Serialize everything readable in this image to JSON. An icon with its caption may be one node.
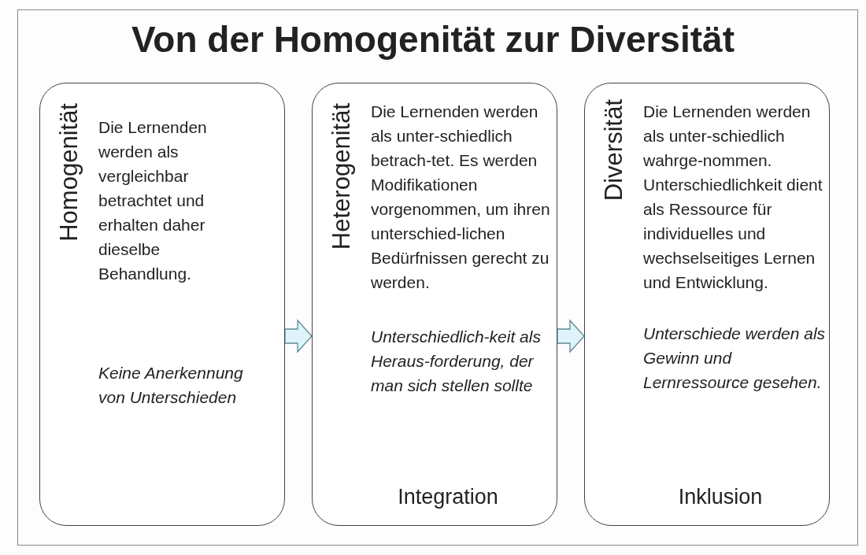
{
  "diagram": {
    "title": "Von der Homogenität zur Diversität",
    "nodes": [
      {
        "text": [
          "Homogenität",
          "Die Lernenden werden als vergleichbar betrachtet und erhalten daher dieselbe Behandlung.",
          "Keine Anerkennung von Unterschieden"
        ]
      },
      {
        "text": [
          "Heterogenität",
          "Die Lernenden werden als unter-schiedlich betrach-tet. Es werden Modifikationen vorgenommen, um ihren unterschied-lichen Bedürfnissen gerecht zu werden.",
          "Unterschiedlich-keit als Heraus-forderung, der man sich stellen sollte",
          "Integration"
        ]
      },
      {
        "text": [
          "Diversität",
          "Die Lernenden werden als unter-schiedlich wahrge-nommen. Unterschiedlichkeit dient als Ressource für individuelles und wechselseitiges Lernen und Entwicklung.",
          "Unterschiede werden als Gewinn und Lernressource gesehen.",
          "Inklusion"
        ]
      }
    ],
    "edges": [
      {
        "from": 0,
        "to": 1,
        "arrow": "to"
      },
      {
        "from": 1,
        "to": 2,
        "arrow": "to"
      }
    ]
  }
}
